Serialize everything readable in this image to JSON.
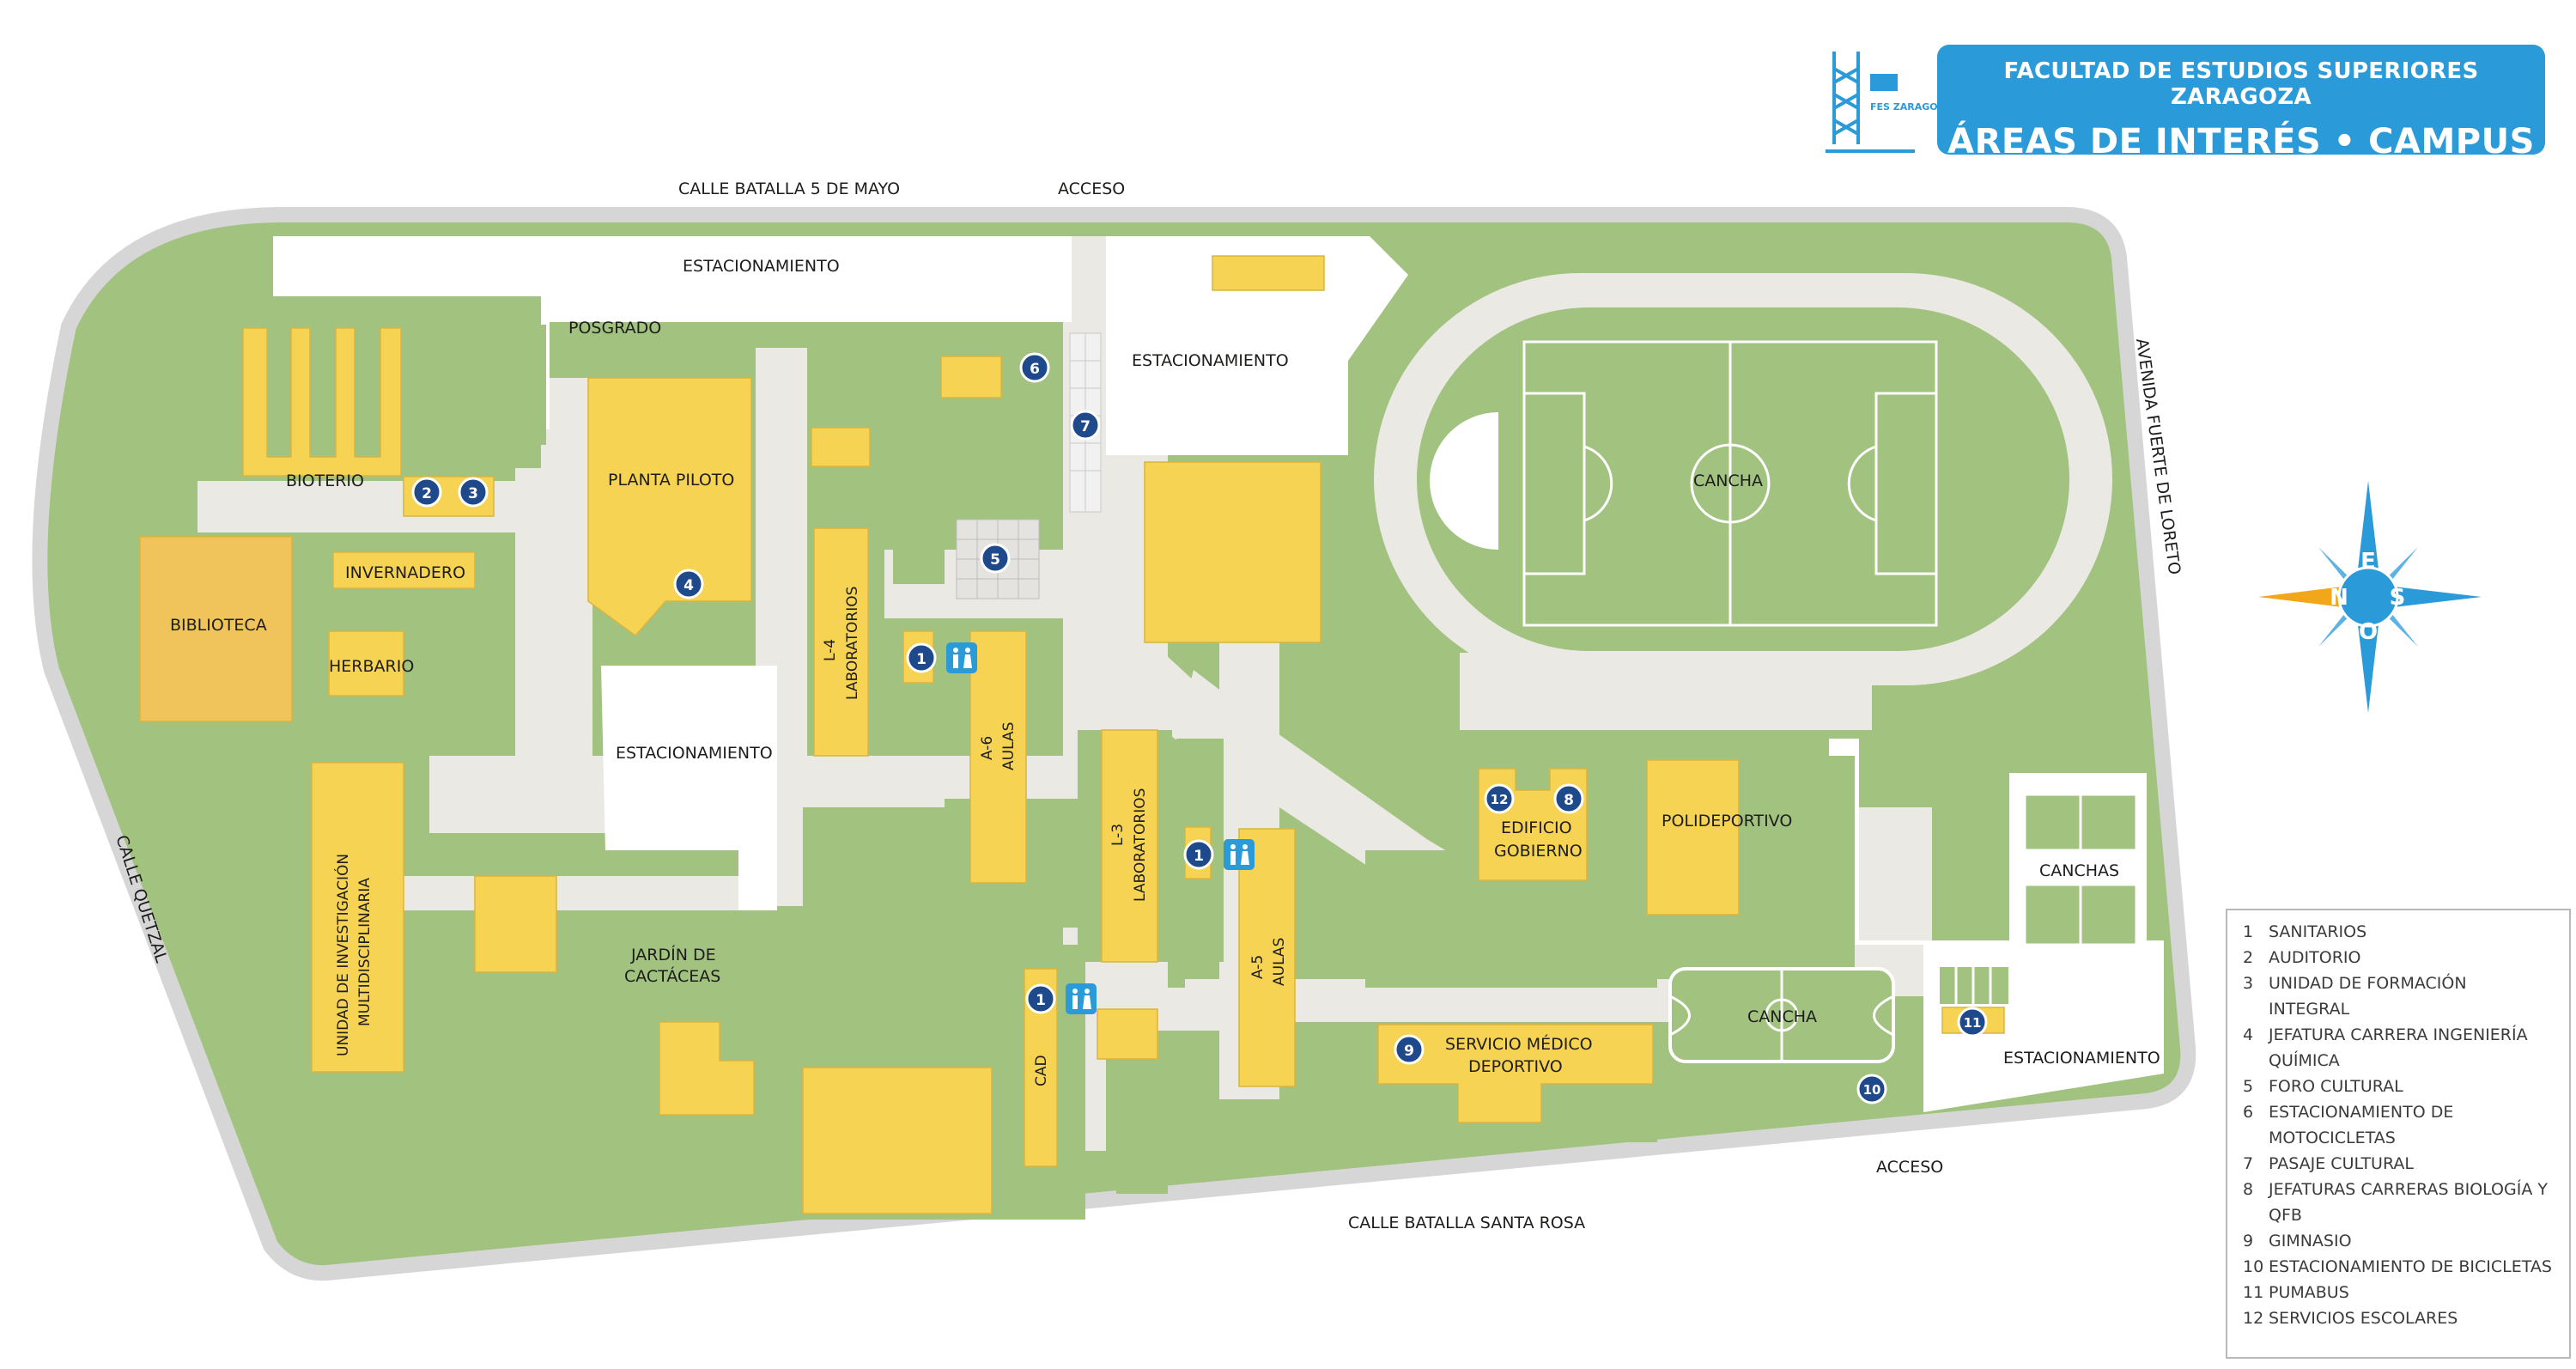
{
  "header": {
    "line1": "FACULTAD DE ESTUDIOS SUPERIORES ZARAGOZA",
    "line2": "ÁREAS DE INTERÉS • CAMPUS  II",
    "logo_text": "FES ZARAGOZA"
  },
  "streets": {
    "north": "CALLE BATALLA 5 DE MAYO",
    "south": "CALLE BATALLA SANTA ROSA",
    "west": "CALLE QUETZAL",
    "east": "AVENIDA FUERTE DE LORETO"
  },
  "access": {
    "north": "ACCESO",
    "south": "ACCESO"
  },
  "places": {
    "estacionamiento_n": "ESTACIONAMIENTO",
    "estacionamiento_ne": "ESTACIONAMIENTO",
    "estacionamiento_c": "ESTACIONAMIENTO",
    "estacionamiento_e": "ESTACIONAMIENTO",
    "posgrado": "POSGRADO",
    "planta_piloto": "PLANTA PILOTO",
    "bioterio": "BIOTERIO",
    "invernadero": "INVERNADERO",
    "biblioteca": "BIBLIOTECA",
    "herbario": "HERBARIO",
    "uim_1": "UNIDAD DE INVESTIGACIÓN",
    "uim_2": "MULTIDISCIPLINARIA",
    "jardin_1": "JARDÍN DE",
    "jardin_2": "CACTÁCEAS",
    "l4_1": "L-4",
    "l4_2": "LABORATORIOS",
    "a6_1": "A-6",
    "a6_2": "AULAS",
    "l3_1": "L-3",
    "l3_2": "LABORATORIOS",
    "a5_1": "A-5",
    "a5_2": "AULAS",
    "cad": "CAD",
    "cancha_main": "CANCHA",
    "cancha_small": "CANCHA",
    "canchas": "CANCHAS",
    "edificio_1": "EDIFICIO",
    "edificio_2": "GOBIERNO",
    "polideportivo": "POLIDEPORTIVO",
    "servicio_1": "SERVICIO MÉDICO",
    "servicio_2": "DEPORTIVO"
  },
  "markers": {
    "m1a": "1",
    "m1b": "1",
    "m1c": "1",
    "m2": "2",
    "m3": "3",
    "m4": "4",
    "m5": "5",
    "m6": "6",
    "m7": "7",
    "m8": "8",
    "m9": "9",
    "m10": "10",
    "m11": "11",
    "m12": "12"
  },
  "compass": {
    "n": "N",
    "e": "E",
    "s": "S",
    "o": "O"
  },
  "legend": [
    {
      "num": "1",
      "text": "SANITARIOS"
    },
    {
      "num": "2",
      "text": "AUDITORIO"
    },
    {
      "num": "3",
      "text": "UNIDAD DE FORMACIÓN INTEGRAL"
    },
    {
      "num": "4",
      "text": "JEFATURA CARRERA INGENIERÍA QUÍMICA"
    },
    {
      "num": "5",
      "text": "FORO CULTURAL"
    },
    {
      "num": "6",
      "text": "ESTACIONAMIENTO DE MOTOCICLETAS"
    },
    {
      "num": "7",
      "text": "PASAJE CULTURAL"
    },
    {
      "num": "8",
      "text": "JEFATURAS CARRERAS BIOLOGÍA Y QFB"
    },
    {
      "num": "9",
      "text": "GIMNASIO"
    },
    {
      "num": "10",
      "text": "ESTACIONAMIENTO DE BICICLETAS"
    },
    {
      "num": "11",
      "text": "PUMABUS"
    },
    {
      "num": "12",
      "text": "SERVICIOS ESCOLARES"
    }
  ],
  "colors": {
    "green": "#a2c27f",
    "path": "#ebe9e4",
    "building": "#f7d354",
    "library": "#f0c45b",
    "marker": "#1e4a8c",
    "accent": "#2a9ad8",
    "compass_orange": "#f2a71b"
  },
  "icons": {
    "restroom": "restroom-icon",
    "compass": "compass-rose-icon"
  }
}
